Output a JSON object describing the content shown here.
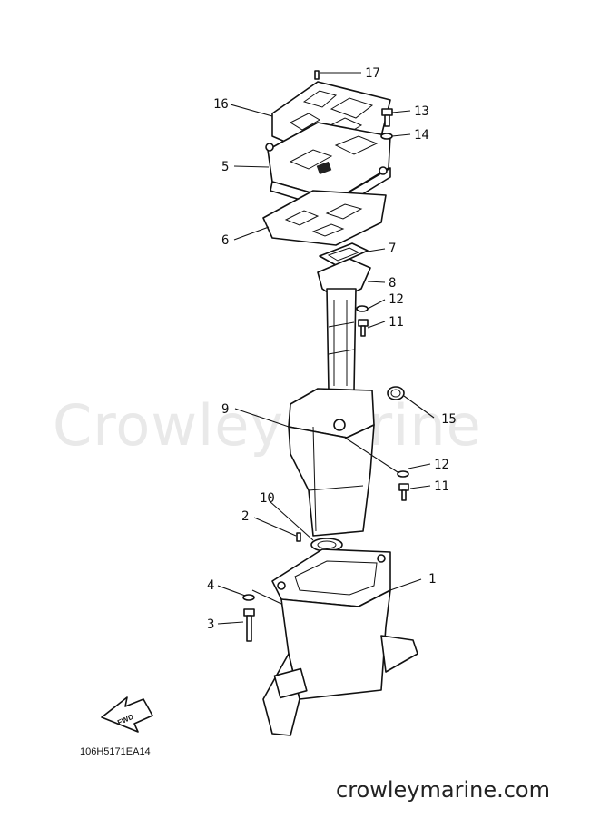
{
  "diagram": {
    "code": "106H5171EA14",
    "site_url": "crowleymarine.com",
    "watermark": "CrowleyMarine",
    "fwd_label": "FWD",
    "parts": [
      {
        "id": "p1",
        "callout": "1"
      },
      {
        "id": "p2",
        "callout": "2"
      },
      {
        "id": "p3",
        "callout": "3"
      },
      {
        "id": "p4",
        "callout": "4"
      },
      {
        "id": "p5",
        "callout": "5"
      },
      {
        "id": "p6",
        "callout": "6"
      },
      {
        "id": "p7",
        "callout": "7"
      },
      {
        "id": "p8",
        "callout": "8"
      },
      {
        "id": "p9",
        "callout": "9"
      },
      {
        "id": "p10",
        "callout": "10"
      },
      {
        "id": "p11a",
        "callout": "11"
      },
      {
        "id": "p11b",
        "callout": "11"
      },
      {
        "id": "p12a",
        "callout": "12"
      },
      {
        "id": "p12b",
        "callout": "12"
      },
      {
        "id": "p13",
        "callout": "13"
      },
      {
        "id": "p14",
        "callout": "14"
      },
      {
        "id": "p15",
        "callout": "15"
      },
      {
        "id": "p16",
        "callout": "16"
      },
      {
        "id": "p17",
        "callout": "17"
      }
    ]
  }
}
